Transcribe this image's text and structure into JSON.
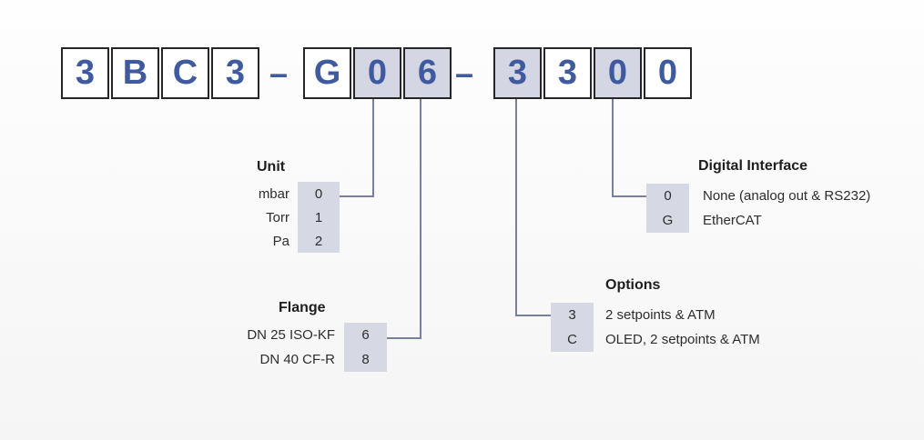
{
  "colors": {
    "digit_blue": "#3f5a9e",
    "box_border": "#262626",
    "highlight_bg": "#d4d6e3",
    "legend_value_bg": "#d6d8e3",
    "connector_line": "#77819c"
  },
  "code": {
    "separator": "–",
    "groups": [
      {
        "cells": [
          {
            "char": "3",
            "highlighted": false
          },
          {
            "char": "B",
            "highlighted": false
          },
          {
            "char": "C",
            "highlighted": false
          },
          {
            "char": "3",
            "highlighted": false
          }
        ]
      },
      {
        "cells": [
          {
            "char": "G",
            "highlighted": false
          },
          {
            "char": "0",
            "highlighted": true
          },
          {
            "char": "6",
            "highlighted": true
          }
        ]
      },
      {
        "cells": [
          {
            "char": "3",
            "highlighted": true
          },
          {
            "char": "3",
            "highlighted": false
          },
          {
            "char": "0",
            "highlighted": true
          },
          {
            "char": "0",
            "highlighted": false
          }
        ]
      }
    ]
  },
  "legends": {
    "unit": {
      "title": "Unit",
      "rows": [
        {
          "label": "mbar",
          "value": "0"
        },
        {
          "label": "Torr",
          "value": "1"
        },
        {
          "label": "Pa",
          "value": "2"
        }
      ]
    },
    "flange": {
      "title": "Flange",
      "rows": [
        {
          "label": "DN 25 ISO-KF",
          "value": "6"
        },
        {
          "label": "DN 40 CF-R",
          "value": "8"
        }
      ]
    },
    "options": {
      "title": "Options",
      "rows": [
        {
          "value": "3",
          "label": "2 setpoints & ATM"
        },
        {
          "value": "C",
          "label": "OLED, 2 setpoints & ATM"
        }
      ]
    },
    "digital_interface": {
      "title": "Digital Interface",
      "rows": [
        {
          "value": "0",
          "label": "None (analog out & RS232)"
        },
        {
          "value": "G",
          "label": "EtherCAT"
        }
      ]
    }
  }
}
